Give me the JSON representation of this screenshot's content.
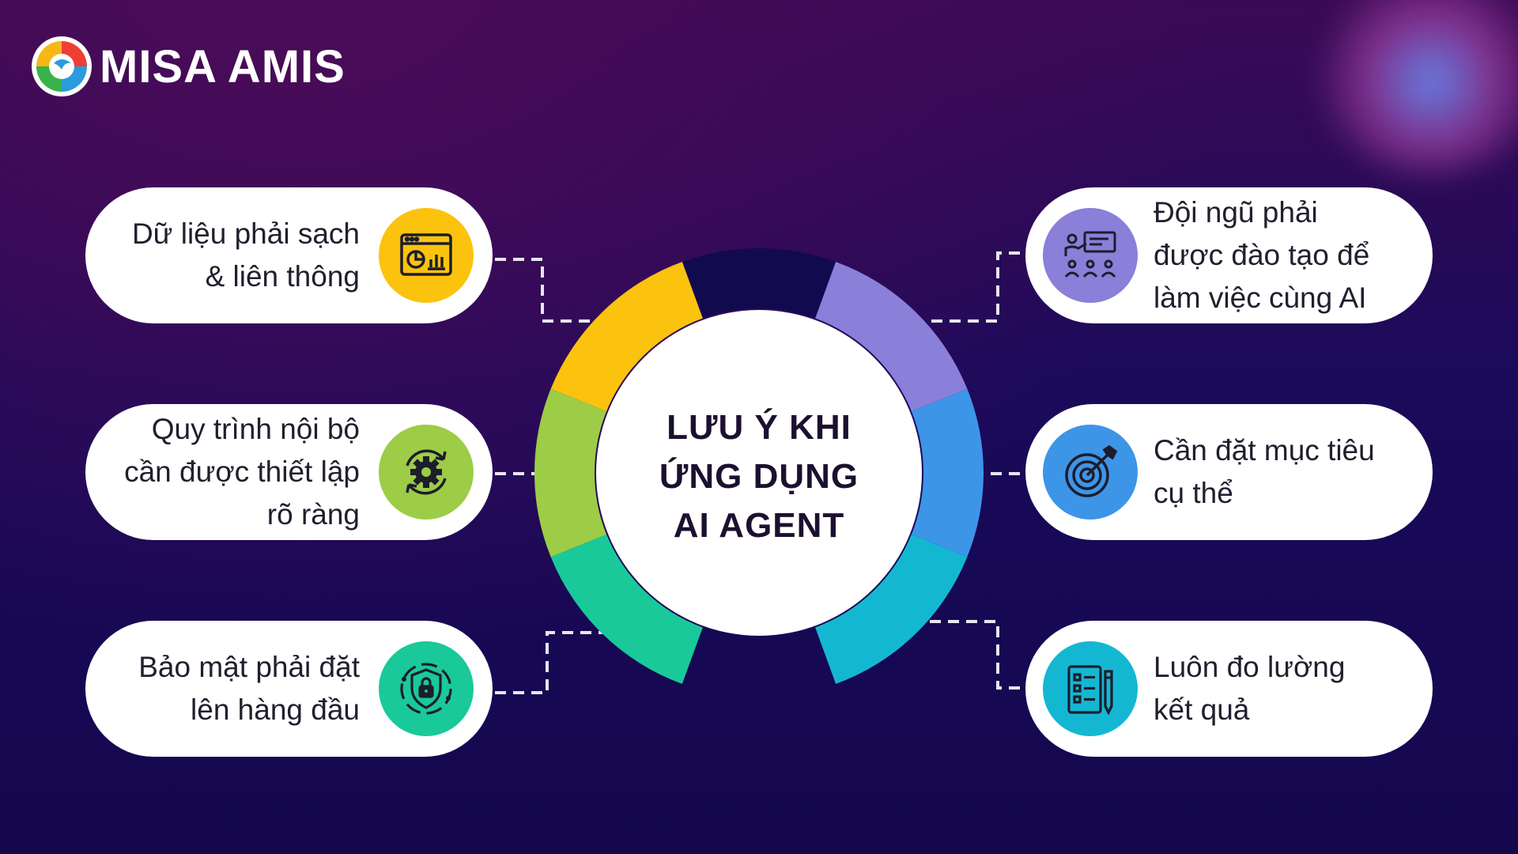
{
  "brand": {
    "name": "MISA AMIS"
  },
  "center": {
    "lines": [
      "LƯU Ý KHI",
      "ỨNG DỤNG",
      "AI AGENT"
    ]
  },
  "items": [
    {
      "lines": [
        "Dữ liệu phải sạch",
        "& liên thông"
      ],
      "icon": "data-dashboard-icon",
      "color": "#fbc30d"
    },
    {
      "lines": [
        "Quy trình nội bộ",
        "cần được thiết lập",
        "rõ ràng"
      ],
      "icon": "gear-cycle-icon",
      "color": "#9dcc46"
    },
    {
      "lines": [
        "Bảo mật phải đặt",
        "lên hàng đầu"
      ],
      "icon": "security-shield-icon",
      "color": "#19c99a"
    },
    {
      "lines": [
        "Đội ngũ phải",
        "được đào tạo để",
        "làm việc cùng AI"
      ],
      "icon": "team-training-icon",
      "color": "#8a7fd9"
    },
    {
      "lines": [
        "Cần đặt mục tiêu",
        "cụ thể"
      ],
      "icon": "target-icon",
      "color": "#3d95e8"
    },
    {
      "lines": [
        "Luôn đo lường",
        "kết quả"
      ],
      "icon": "checklist-report-icon",
      "color": "#14b7d2"
    }
  ],
  "colors": {
    "ring_top": "#120a4f",
    "ring_yellow": "#fbc30d",
    "ring_lime": "#9dcc46",
    "ring_green": "#19c99a",
    "ring_purple": "#8a7fd9",
    "ring_blue": "#3d95e8",
    "ring_teal": "#14b7d2"
  }
}
